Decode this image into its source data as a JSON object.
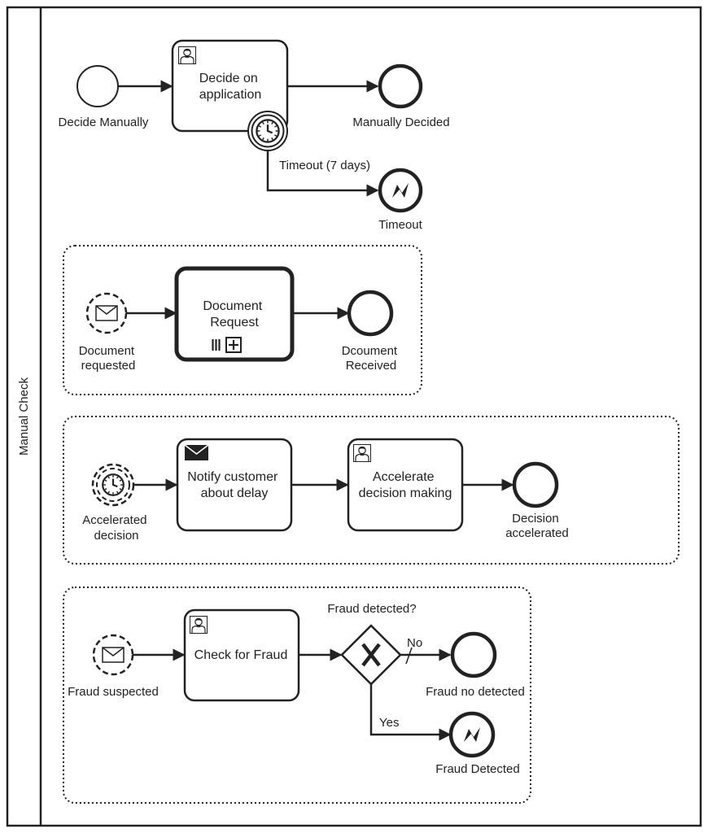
{
  "pool": {
    "label": "Manual Check"
  },
  "sections": {
    "main": {
      "start_event": "Decide Manually",
      "task": [
        "Decide on",
        "application"
      ],
      "end_event": "Manually Decided",
      "timer_flow_label": "Timeout (7 days)",
      "error_end_event": "Timeout"
    },
    "document": {
      "start_event": [
        "Document",
        "requested"
      ],
      "subprocess": [
        "Document",
        "Request"
      ],
      "end_event": [
        "Dcoument",
        "Received"
      ]
    },
    "accelerate": {
      "start_event": [
        "Accelerated",
        "decision"
      ],
      "task1": [
        "Notify customer",
        "about delay"
      ],
      "task2": [
        "Accelerate",
        "decision making"
      ],
      "end_event": [
        "Decision",
        "accelerated"
      ]
    },
    "fraud": {
      "start_event": "Fraud suspected",
      "task": "Check for Fraud",
      "gateway_label": "Fraud detected?",
      "flow_no": "No",
      "flow_yes": "Yes",
      "end_event_no": "Fraud no detected",
      "end_event_yes": "Fraud Detected"
    }
  },
  "icons": {
    "user_task": "user-icon",
    "message_send": "envelope-filled-icon",
    "message_catch": "envelope-outline-icon",
    "timer": "clock-icon",
    "error": "lightning-icon",
    "gateway": "x-gateway-icon",
    "multi_instance": "parallel-lines-icon",
    "collapsed": "plus-square-icon"
  },
  "colors": {
    "stroke": "#222222",
    "background": "#ffffff"
  }
}
